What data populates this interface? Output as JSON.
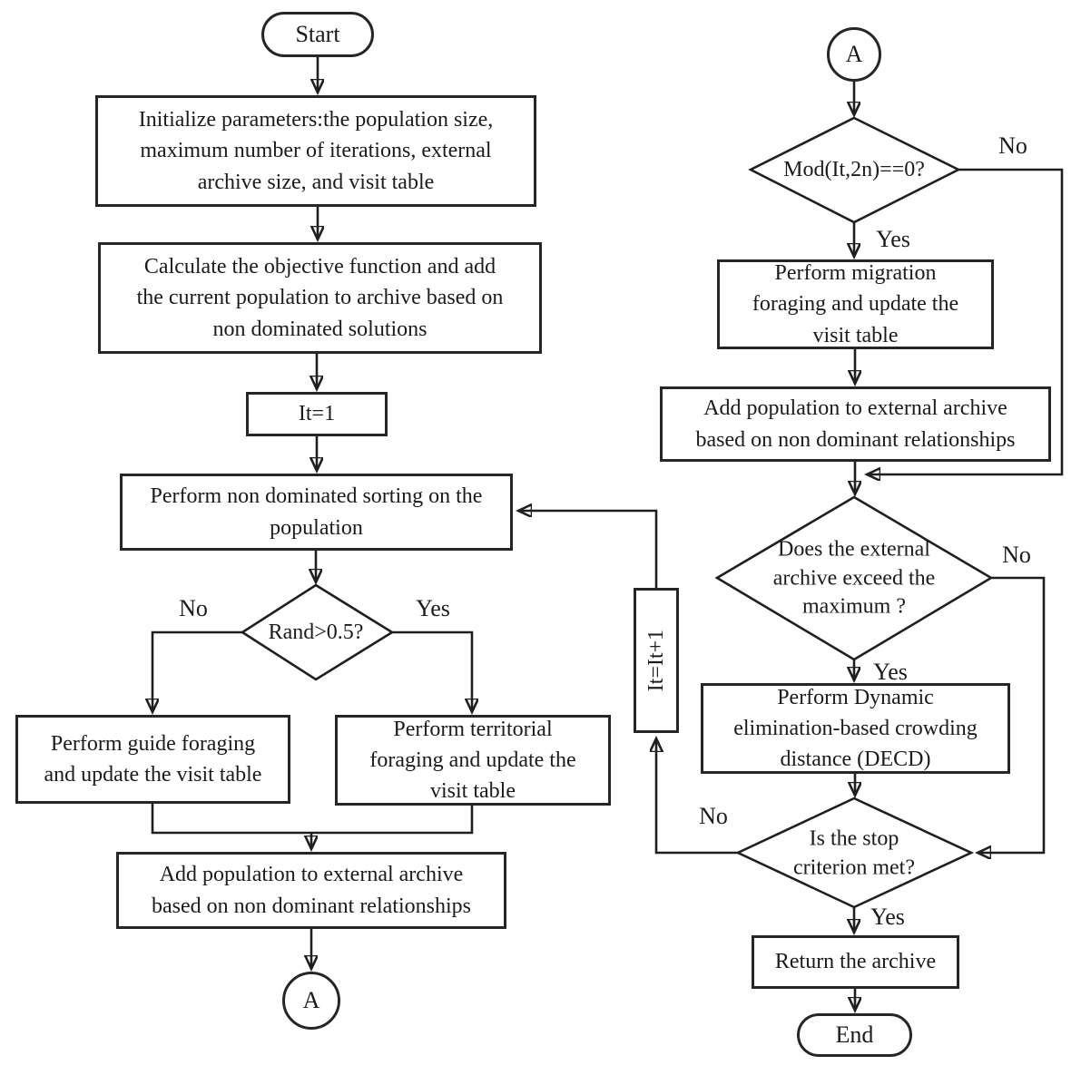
{
  "diagram": {
    "type": "flowchart",
    "nodes": {
      "start": "Start",
      "init": "Initialize parameters:the population size,\nmaximum number of iterations, external\narchive size, and visit table",
      "calc": "Calculate the objective function and add\nthe current population to archive based on\nnon dominated solutions",
      "it_init": "It=1",
      "sort": "Perform non dominated sorting on the\npopulation",
      "rand_decision": "Rand>0.5?",
      "guide": "Perform guide foraging\nand update the visit table",
      "territorial": "Perform territorial\nforaging and update the\nvisit table",
      "add_archive_left": "Add population to external archive\nbased on non dominant relationships",
      "connector_a_left": "A",
      "connector_a_right": "A",
      "mod_decision": "Mod(It,2n)==0?",
      "migration": "Perform migration\nforaging and update the\nvisit table",
      "add_archive_right": "Add population to external archive\nbased on non dominant relationships",
      "exceed_decision": "Does the external\narchive exceed the\nmaximum ?",
      "decd": "Perform Dynamic\nelimination-based crowding\ndistance (DECD)",
      "stop_decision": "Is the stop\ncriterion met?",
      "return_archive": "Return the archive",
      "it_increment": "It=It+1",
      "end": "End"
    },
    "edge_labels": {
      "rand_no": "No",
      "rand_yes": "Yes",
      "mod_no": "No",
      "mod_yes": "Yes",
      "exceed_no": "No",
      "exceed_yes": "Yes",
      "stop_no": "No",
      "stop_yes": "Yes"
    },
    "colors": {
      "stroke": "#1f1f1f",
      "text": "#1b1b1b",
      "background": "#ffffff"
    }
  }
}
